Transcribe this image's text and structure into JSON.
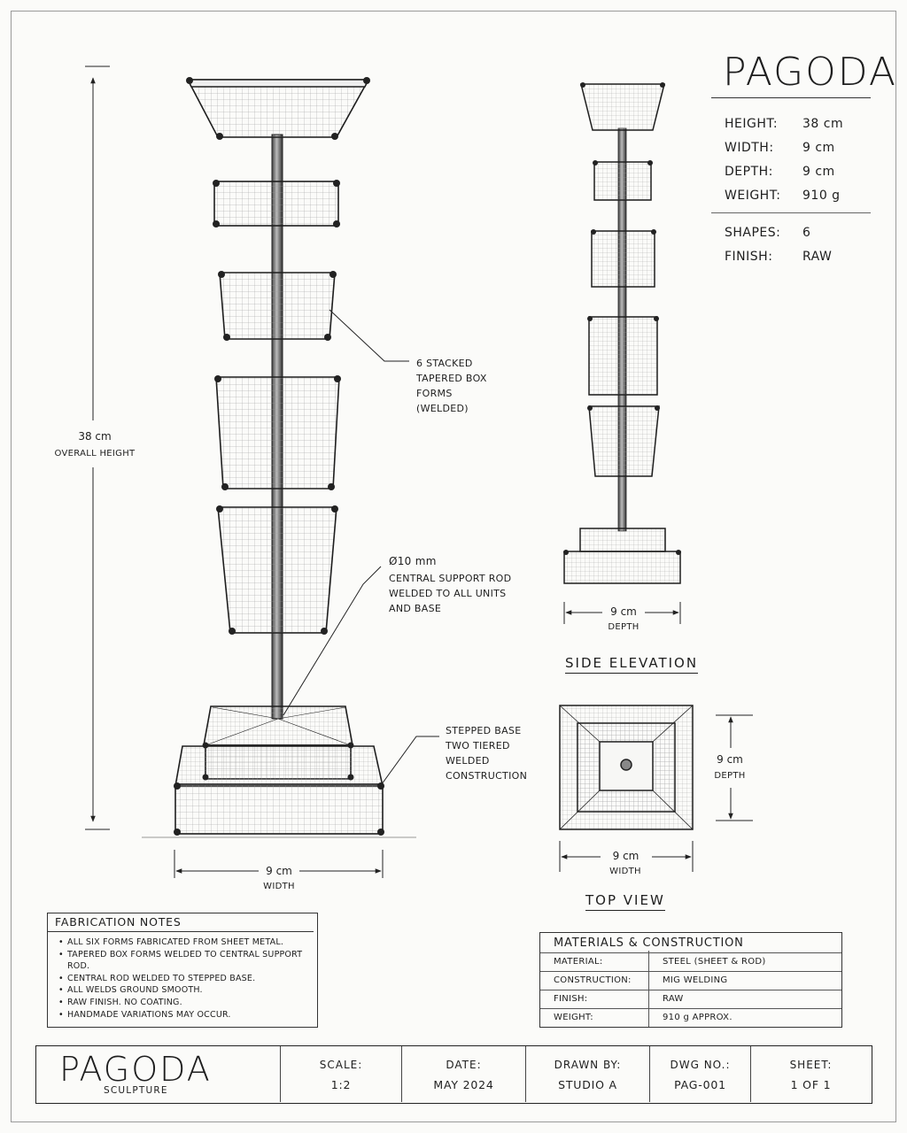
{
  "spec_panel": {
    "title": "PAGODA",
    "rows": [
      {
        "key": "HEIGHT:",
        "value": "38 cm"
      },
      {
        "key": "WIDTH:",
        "value": "9 cm"
      },
      {
        "key": "DEPTH:",
        "value": "9 cm"
      },
      {
        "key": "WEIGHT:",
        "value": "910 g"
      }
    ],
    "rows2": [
      {
        "key": "SHAPES:",
        "value": "6"
      },
      {
        "key": "FINISH:",
        "value": "RAW"
      }
    ]
  },
  "front_view": {
    "overall_height": "38 cm",
    "overall_height_label": "OVERALL HEIGHT",
    "width": "9 cm",
    "width_label": "WIDTH",
    "callout_forms": [
      "6 STACKED",
      "TAPERED BOX",
      "FORMS",
      "(WELDED)"
    ],
    "callout_rod": [
      "Ø10 mm",
      "CENTRAL SUPPORT ROD",
      "WELDED TO ALL UNITS",
      "AND BASE"
    ],
    "callout_base": [
      "STEPPED BASE",
      "TWO TIERED",
      "WELDED",
      "CONSTRUCTION"
    ]
  },
  "side_elevation": {
    "title": "SIDE ELEVATION",
    "depth": "9 cm",
    "depth_label": "DEPTH"
  },
  "top_view": {
    "title": "TOP VIEW",
    "width": "9 cm",
    "width_label": "WIDTH",
    "depth": "9 cm",
    "depth_label": "DEPTH"
  },
  "fabrication_notes": {
    "title": "FABRICATION NOTES",
    "items": [
      "ALL SIX FORMS FABRICATED FROM SHEET METAL.",
      "TAPERED BOX FORMS WELDED TO CENTRAL SUPPORT ROD.",
      "CENTRAL ROD WELDED TO STEPPED BASE.",
      "ALL WELDS GROUND SMOOTH.",
      "RAW FINISH. NO COATING.",
      "HANDMADE VARIATIONS MAY OCCUR."
    ]
  },
  "materials": {
    "title": "MATERIALS & CONSTRUCTION",
    "rows": [
      {
        "key": "MATERIAL:",
        "value": "STEEL (SHEET & ROD)"
      },
      {
        "key": "CONSTRUCTION:",
        "value": "MIG WELDING"
      },
      {
        "key": "FINISH:",
        "value": "RAW"
      },
      {
        "key": "WEIGHT:",
        "value": "910 g APPROX."
      }
    ]
  },
  "title_block": {
    "name": "PAGODA",
    "subtitle": "SCULPTURE",
    "cells": [
      {
        "label": "SCALE:",
        "value": "1:2"
      },
      {
        "label": "DATE:",
        "value": "MAY 2024"
      },
      {
        "label": "DRAWN BY:",
        "value": "STUDIO A"
      },
      {
        "label": "DWG NO.:",
        "value": "PAG-001"
      },
      {
        "label": "SHEET:",
        "value": "1 OF 1"
      }
    ]
  },
  "colors": {
    "ink": "#1e1e1e",
    "paper": "#fbfbf9",
    "hatch": "#8a8a8a"
  }
}
